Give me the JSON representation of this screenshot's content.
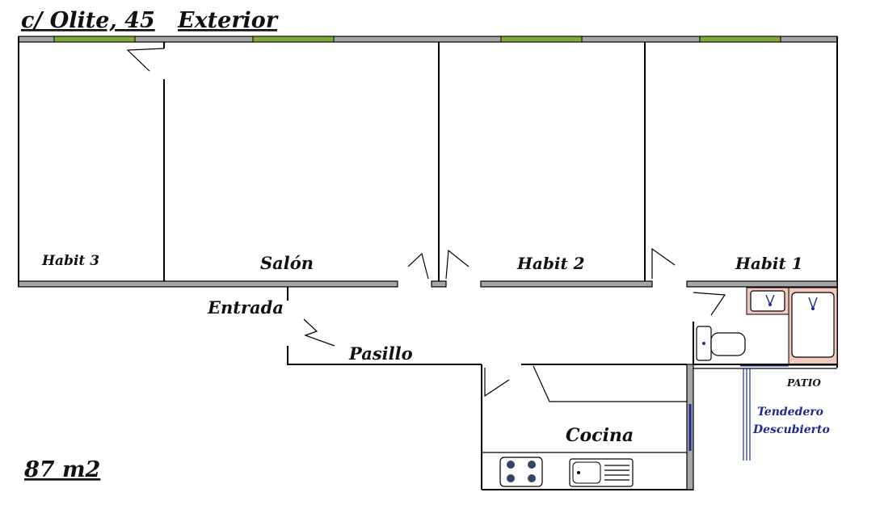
{
  "header": {
    "address": "c/ Olite, 45",
    "orientation": "Exterior"
  },
  "rooms": {
    "habit3": "Habit 3",
    "salon": "Salón",
    "habit2": "Habit 2",
    "habit1": "Habit 1",
    "entrada": "Entrada",
    "pasillo": "Pasillo",
    "cocina": "Cocina",
    "patio": "PATIO",
    "tendedero_line1": "Tendedero",
    "tendedero_line2": "Descubierto"
  },
  "area": "87 m2",
  "colors": {
    "wall": "#a6a6a6",
    "window": "#7eaa3a",
    "bathroom": "#f3c9bd",
    "fixture_blue": "#1d2a8f",
    "outline": "#000000"
  },
  "icons": [
    "door-swing-icon",
    "stove-icon",
    "sink-icon",
    "toilet-icon",
    "bathtub-icon",
    "washbasin-icon"
  ]
}
